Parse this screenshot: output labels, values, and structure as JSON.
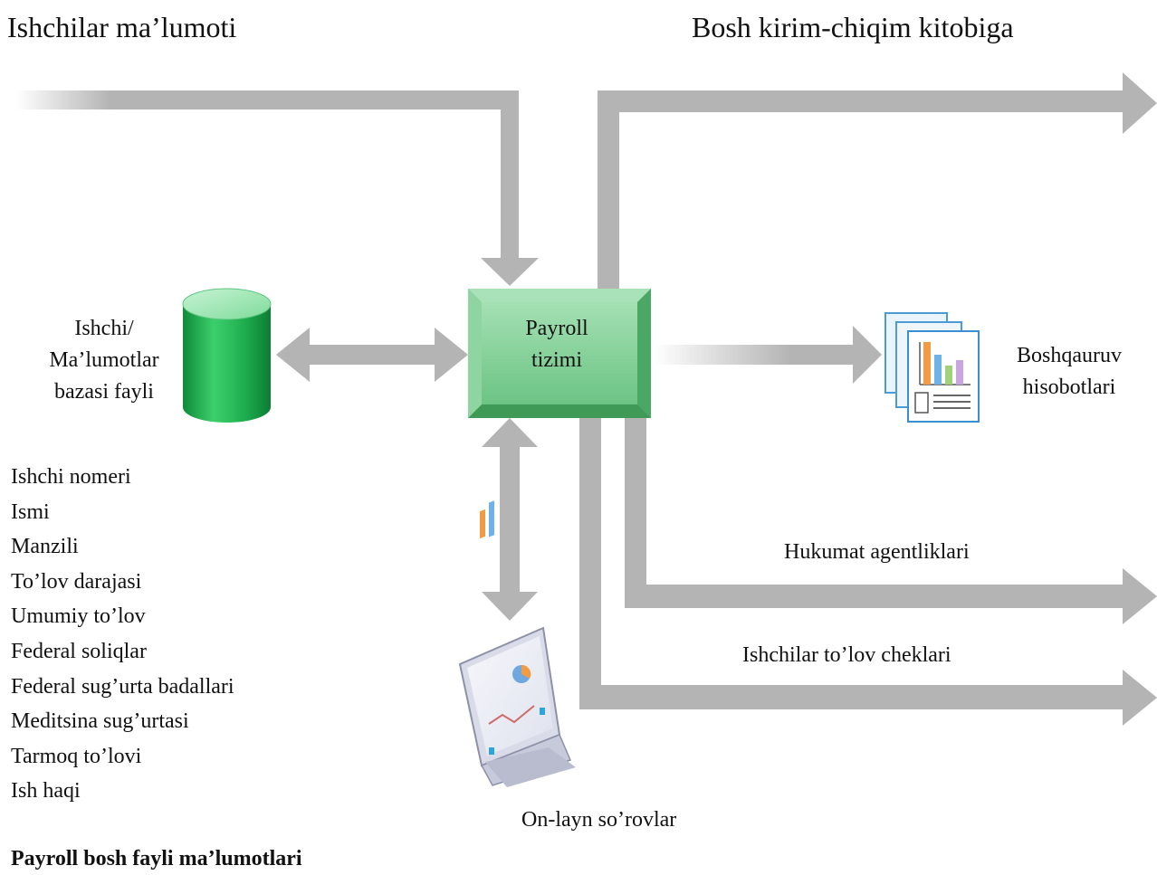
{
  "header": {
    "left_title": "Ishchilar ma’lumoti",
    "right_title": "Bosh kirim-chiqim kitobiga"
  },
  "payroll_system": {
    "line1": "Payroll",
    "line2": "tizimi"
  },
  "database": {
    "line1": "Ishchi/",
    "line2": "Ma’lumotlar",
    "line3": "bazasi fayli"
  },
  "reports": {
    "line1": "Boshqauruv",
    "line2": "hisobotlari"
  },
  "outputs": {
    "government": "Hukumat agentliklari",
    "paychecks": "Ishchilar to’lov cheklari",
    "online": "On-layn so’rovlar"
  },
  "fields": [
    "Ishchi nomeri",
    "Ismi",
    "Manzili",
    "To’lov darajasi",
    "Umumiy to’lov",
    "Federal soliqlar",
    "Federal sug’urta badallari",
    "Meditsina sug’urtasi",
    "Tarmoq to’lovi",
    "Ish haqi"
  ],
  "caption": "Payroll bosh fayli ma’lumotlari",
  "colors": {
    "arrow": "#b4b4b4",
    "box_green": "#7fcf95",
    "cylinder_green": "#1fae4f"
  }
}
